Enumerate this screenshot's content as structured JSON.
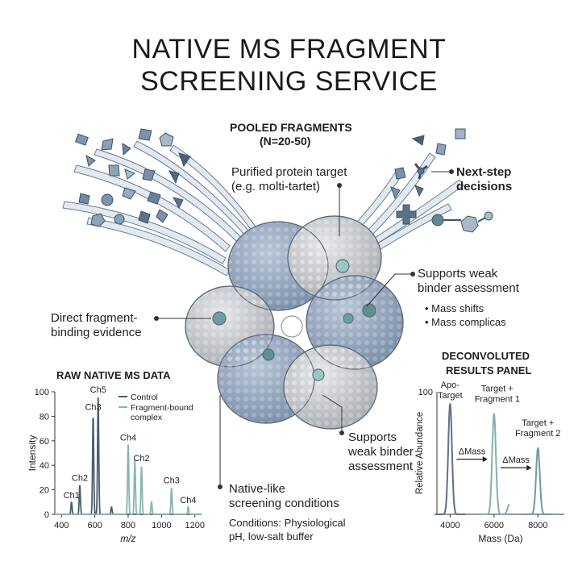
{
  "title": {
    "line1": "NATIVE MS FRAGMENT",
    "line2": "SCREENING SERVICE"
  },
  "pooled": {
    "line1": "POOLED FRAGMENTS",
    "line2": "(N=20-50)"
  },
  "labels": {
    "target_line1": "Purified protein target",
    "target_line2": "(e.g. molti-tartet)",
    "next_step_line1": "Next-step",
    "next_step_line2": "decisions",
    "supports_top_line1": "Supports weak",
    "supports_top_line2": "binder assessment",
    "bullet1": "• Mass shifts",
    "bullet2": "• Mass complicas",
    "direct_line1": "Direct fragment-",
    "direct_line2": "binding evidence",
    "supports_bottom_line1": "Supports",
    "supports_bottom_line2": "weak binder",
    "supports_bottom_line3": "assessment",
    "native_line1": "Native-like",
    "native_line2": "screening conditions",
    "conditions_line1": "Conditions: Physiological",
    "conditions_line2": "pH, low-salt buffer"
  },
  "colors": {
    "protein_blue": "#8fa1b9",
    "protein_grey": "#c4c7cb",
    "control": "#4a5c70",
    "fragment_bound": "#8ab4b0",
    "arrow_fill": "#dfe6ee"
  },
  "chart_data": [
    {
      "type": "line",
      "title": "RAW NATIVE MS DATA",
      "xlabel": "m/z",
      "ylabel": "Intensity",
      "xlim": [
        360,
        1240
      ],
      "ylim": [
        0,
        100
      ],
      "xticks": [
        400,
        600,
        800,
        1000,
        1200
      ],
      "yticks": [
        0,
        20,
        40,
        60,
        80,
        100
      ],
      "grid": false,
      "legend_position": "top-right",
      "series": [
        {
          "name": "Control",
          "color": "#4a5c70",
          "peaks": [
            {
              "x": 460,
              "y": 10,
              "label": "Ch1"
            },
            {
              "x": 510,
              "y": 24,
              "label": "Ch2"
            },
            {
              "x": 590,
              "y": 82,
              "label": "Ch3"
            },
            {
              "x": 620,
              "y": 96,
              "label": "Ch5"
            },
            {
              "x": 700,
              "y": 6,
              "label": ""
            }
          ]
        },
        {
          "name": "Fragment-bound complex",
          "color": "#8ab4b0",
          "peaks": [
            {
              "x": 800,
              "y": 57,
              "label": "Ch4"
            },
            {
              "x": 840,
              "y": 45,
              "label": ""
            },
            {
              "x": 880,
              "y": 40,
              "label": "Ch2"
            },
            {
              "x": 940,
              "y": 10,
              "label": ""
            },
            {
              "x": 1060,
              "y": 22,
              "label": "Ch3"
            },
            {
              "x": 1160,
              "y": 6,
              "label": "Ch4"
            }
          ]
        }
      ]
    },
    {
      "type": "line",
      "title": "DECONVOLUTED RESULTS PANEL",
      "xlabel": "Mass (Da)",
      "ylabel": "Relative Abundance",
      "xlim": [
        3400,
        9200
      ],
      "ylim": [
        0,
        100
      ],
      "xticks": [
        4000,
        6000,
        8000
      ],
      "yticks": [
        100
      ],
      "grid": false,
      "peaks": [
        {
          "x": 4000,
          "y": 90,
          "label1": "Apo-",
          "label2": "Target"
        },
        {
          "x": 6000,
          "y": 82,
          "label1": "Target +",
          "label2": "Fragment 1"
        },
        {
          "x": 8000,
          "y": 54,
          "label1": "Target +",
          "label2": "Fragment 2"
        }
      ],
      "shift_label": "ΔMass"
    }
  ]
}
